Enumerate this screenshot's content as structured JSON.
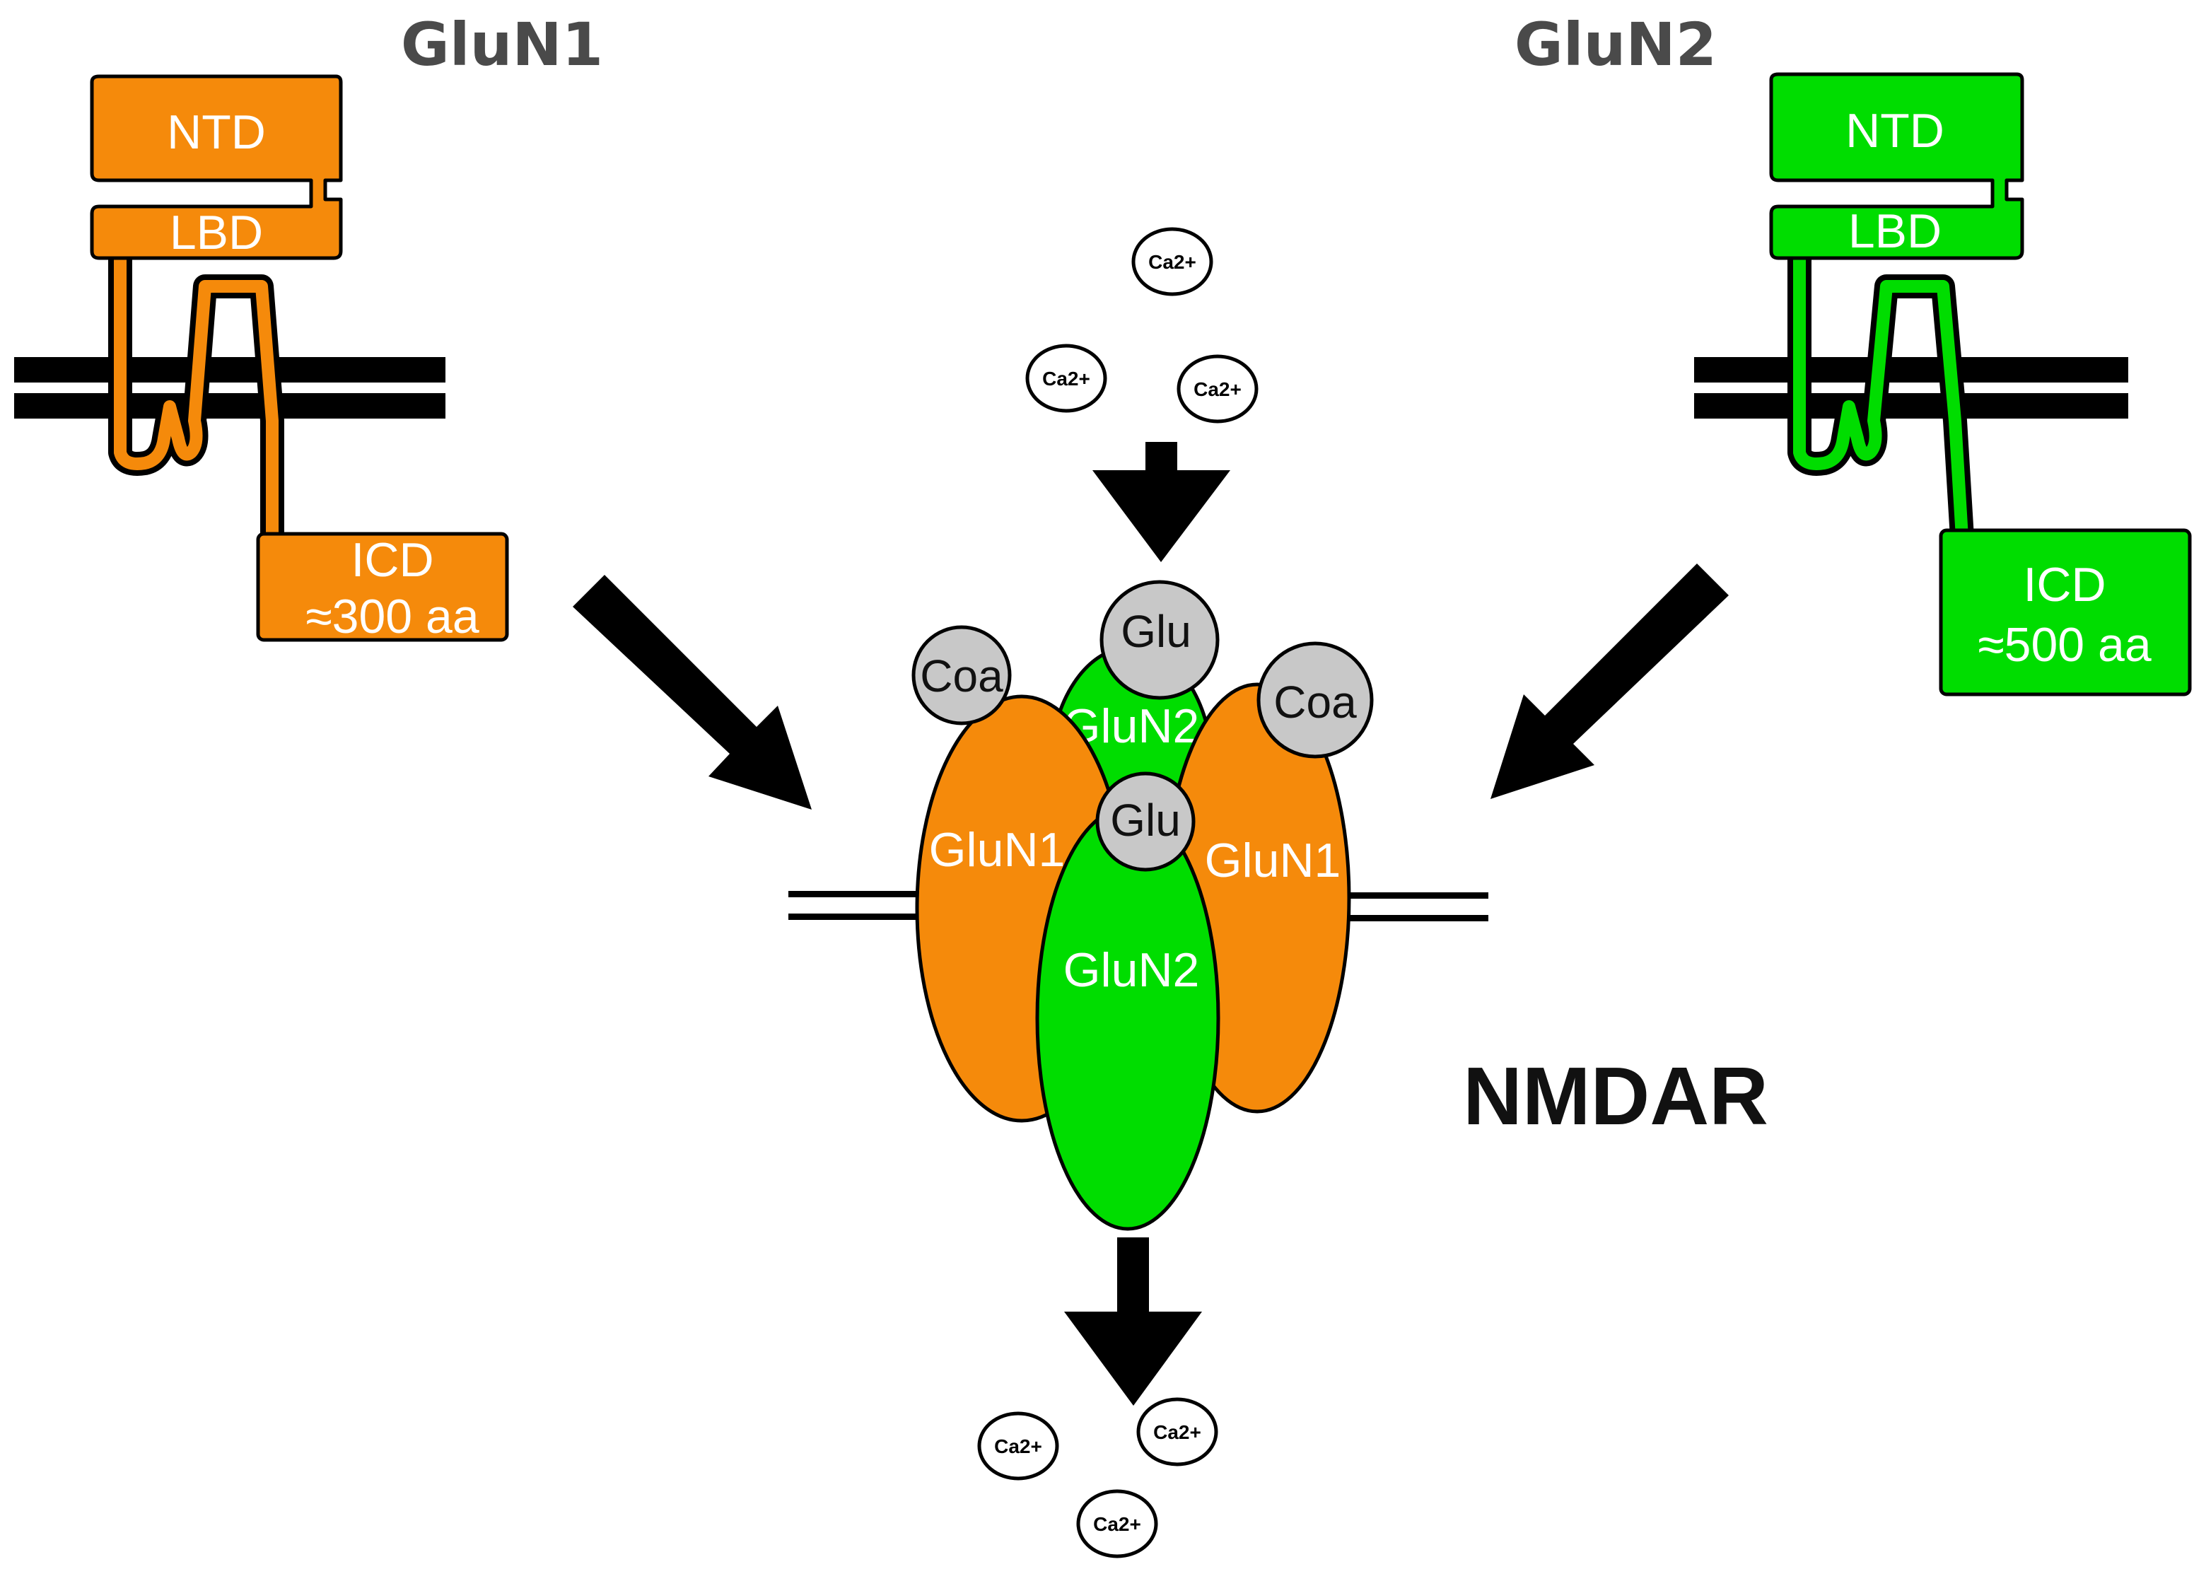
{
  "colors": {
    "glun1": "#f58a0b",
    "glun2": "#00dd00",
    "ligand": "#c8c8c8",
    "arrow": "#000000",
    "title": "#4a4a4a"
  },
  "glun1": {
    "title": "GluN1",
    "ntd": "NTD",
    "lbd": "LBD",
    "icd_line1": "ICD",
    "icd_line2": "≈300 aa"
  },
  "glun2": {
    "title": "GluN2",
    "ntd": "NTD",
    "lbd": "LBD",
    "icd_line1": "ICD",
    "icd_line2": "≈500 aa"
  },
  "receptor": {
    "title": "NMDAR",
    "subunit_glun1": "GluN1",
    "subunit_glun2": "GluN2",
    "coagonist": "Coa",
    "agonist": "Glu"
  },
  "ions": {
    "label": "Ca2+"
  }
}
